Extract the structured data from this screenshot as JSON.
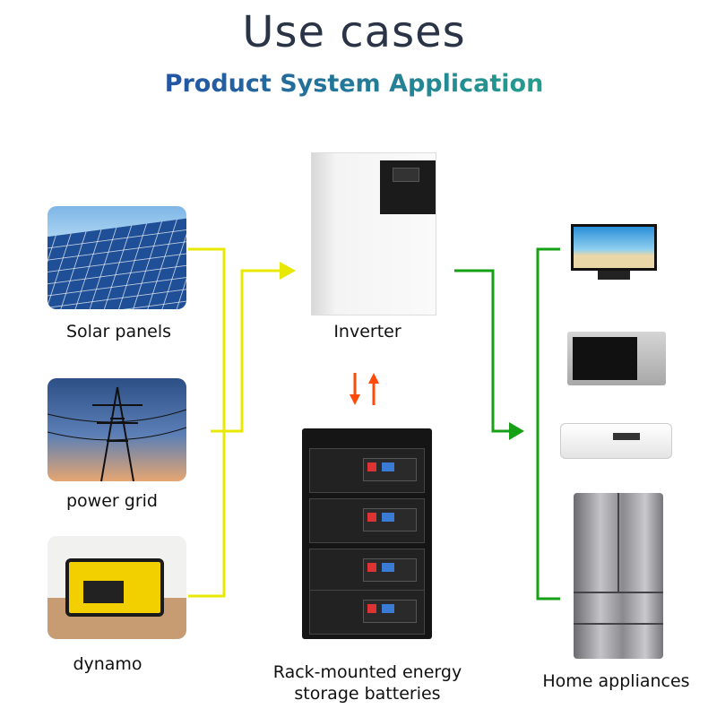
{
  "header": {
    "title": "Use cases",
    "subtitle": "Product System Application"
  },
  "sources": [
    {
      "label": "Solar panels",
      "icon": "solar-panels-photo"
    },
    {
      "label": "power grid",
      "icon": "power-grid-photo"
    },
    {
      "label": "dynamo",
      "icon": "generator-photo"
    }
  ],
  "inverter": {
    "label": "Inverter"
  },
  "battery": {
    "label_line1": "Rack-mounted energy",
    "label_line2": "storage batteries"
  },
  "appliances": {
    "label": "Home appliances",
    "items": [
      "tv",
      "microwave",
      "air-conditioner",
      "refrigerator"
    ]
  },
  "colors": {
    "input_line": "#e8e800",
    "output_line": "#15a015",
    "battery_arrows": "#ff4a0a",
    "title": "#2b3447"
  }
}
